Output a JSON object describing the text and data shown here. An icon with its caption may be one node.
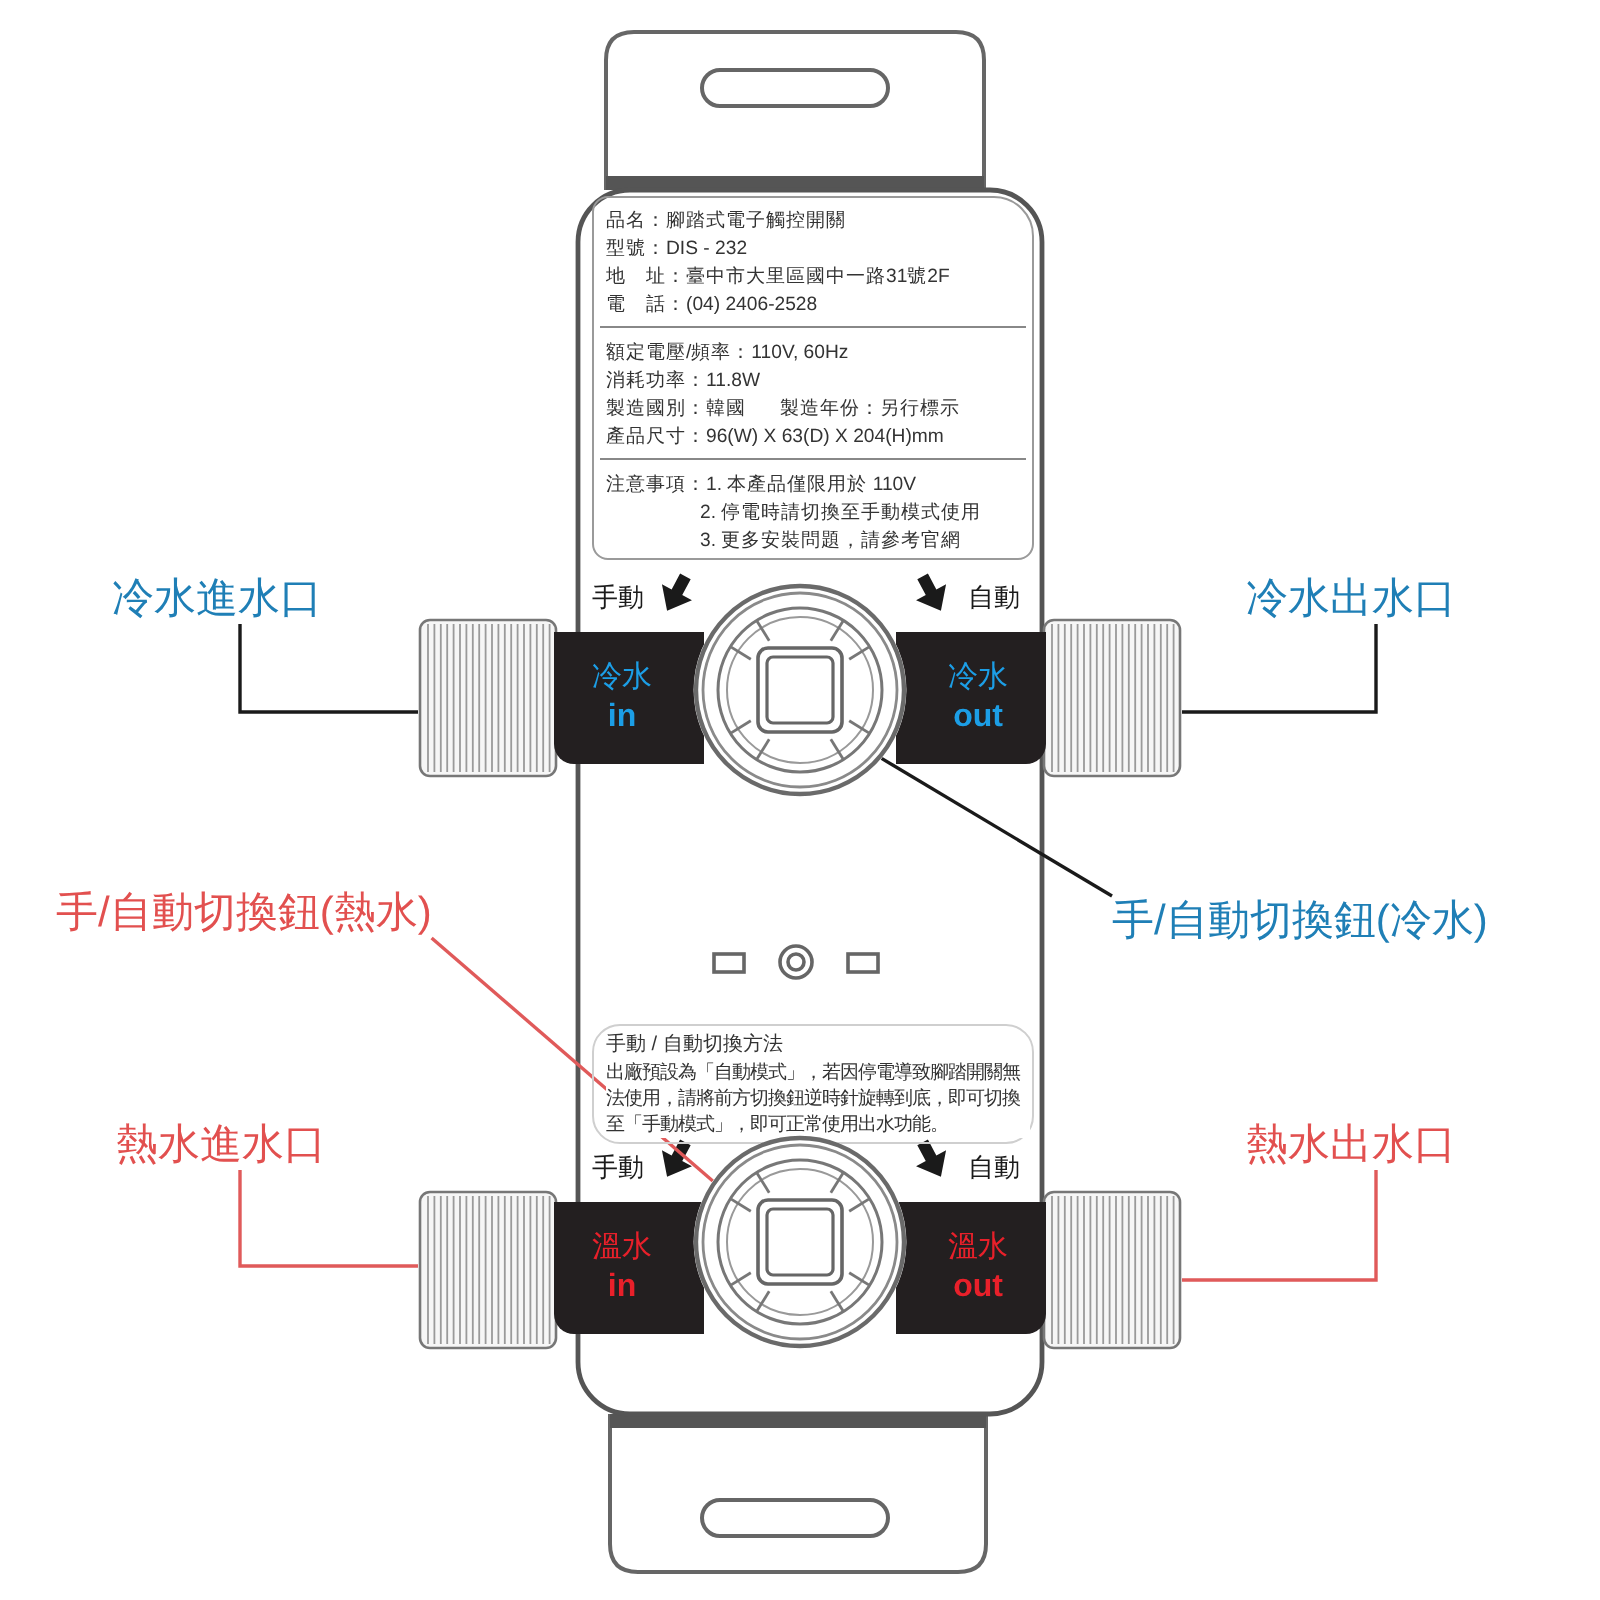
{
  "diagram": {
    "nodes": [
      {
        "text": [
          "品名：腳踏式電子觸控開關",
          "型號：DIS - 232",
          "地　址：臺中市大里區國中一路31號2F",
          "電　話：(04) 2406-2528",
          "額定電壓/頻率：110V, 60Hz",
          "消耗功率：11.8W",
          "製造國別：韓國",
          "製造年份：另行標示",
          "產品尺寸：96(W) X 63(D) X 204(H)mm",
          "注意事項：1. 本產品僅限用於 110V",
          "2. 停電時請切換至手動模式使用",
          "3. 更多安裝問題，請參考官網"
        ]
      },
      {
        "text": [
          "冷水進水口"
        ]
      },
      {
        "text": [
          "冷水出水口"
        ]
      },
      {
        "text": [],
        "shape": "cylinder"
      },
      {
        "text": [
          "冷水",
          "in"
        ]
      },
      {
        "text": [],
        "shape": "circle"
      },
      {
        "text": [
          "冷水",
          "out"
        ]
      },
      {
        "text": [],
        "shape": "cylinder"
      },
      {
        "text": [
          "手/自動切換鈕(熱水)"
        ]
      },
      {
        "text": [
          "手/自動切換鈕(冷水)"
        ]
      },
      {
        "text": [
          "手動 / 自動切換方法",
          "出廠預設為「自動模式」，若因停電導致腳踏開關無法使用，請將前方切換鈕逆時針旋轉到底，即可切換至「手動模式」，即可正常使用出水功能。"
        ]
      },
      {
        "text": [
          "熱水進水口"
        ]
      },
      {
        "text": [
          "熱水出水口"
        ]
      },
      {
        "text": [],
        "shape": "cylinder"
      },
      {
        "text": [
          "溫水",
          "in"
        ]
      },
      {
        "text": [],
        "shape": "circle"
      },
      {
        "text": [
          "溫水",
          "out"
        ]
      },
      {
        "text": [],
        "shape": "cylinder"
      }
    ],
    "edges": [
      {
        "from": 1,
        "to": 3,
        "arrow": "none"
      },
      {
        "from": 2,
        "to": 7,
        "arrow": "none"
      },
      {
        "from": 8,
        "to": 15,
        "arrow": "none",
        "color": "#e05a5a"
      },
      {
        "from": 9,
        "to": 5,
        "arrow": "none"
      },
      {
        "from": 11,
        "to": 13,
        "arrow": "none",
        "color": "#e05a5a"
      },
      {
        "from": 12,
        "to": 17,
        "arrow": "none",
        "color": "#e05a5a"
      }
    ],
    "labels": [
      "手動",
      "自動",
      "手動",
      "自動"
    ]
  }
}
